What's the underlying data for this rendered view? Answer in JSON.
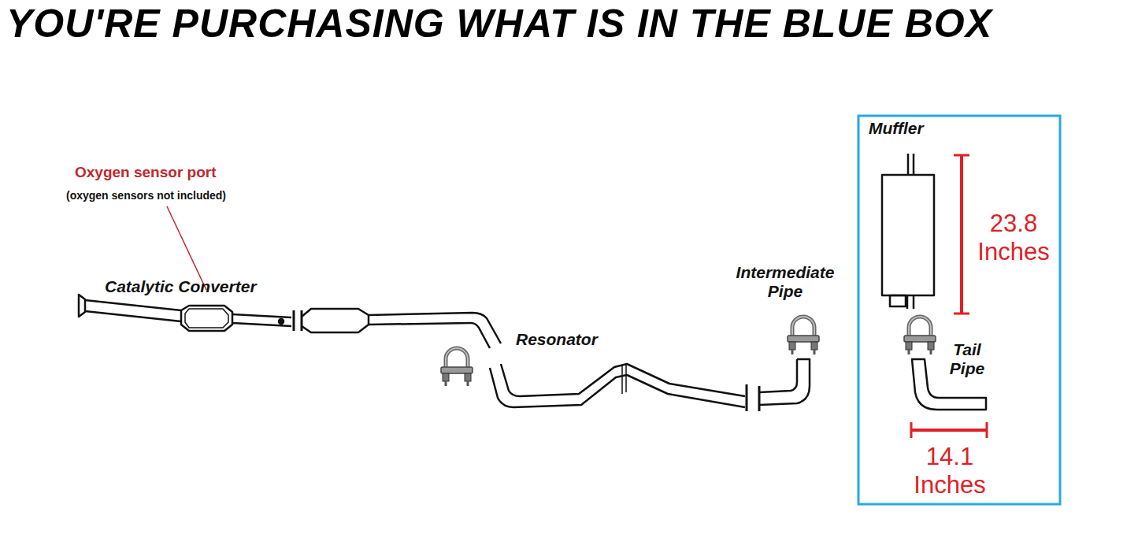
{
  "diagram": {
    "title": "YOU'RE PURCHASING WHAT IS IN THE BLUE BOX",
    "labels": [
      "Oxygen sensor port",
      "(oxygen sensors not included)",
      "Catalytic Converter",
      "Resonator",
      "Intermediate Pipe",
      "Muffler",
      "23.8 Inches",
      "Tail Pipe",
      "14.1 Inches"
    ]
  }
}
